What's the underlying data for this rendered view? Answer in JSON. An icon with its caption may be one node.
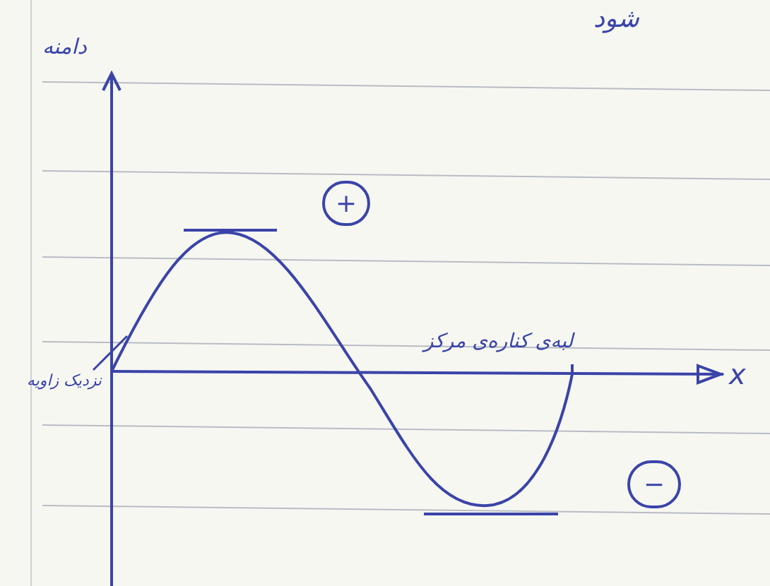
{
  "diagram": {
    "nodes": [
      {
        "text": [
          "+"
        ]
      },
      {
        "text": [
          "−"
        ]
      }
    ],
    "edges": [],
    "labels": [
      "شود",
      "دامنه",
      "نزدیک زاویه",
      "لبه‌ی کناره‌ی مرکز",
      "x"
    ]
  }
}
